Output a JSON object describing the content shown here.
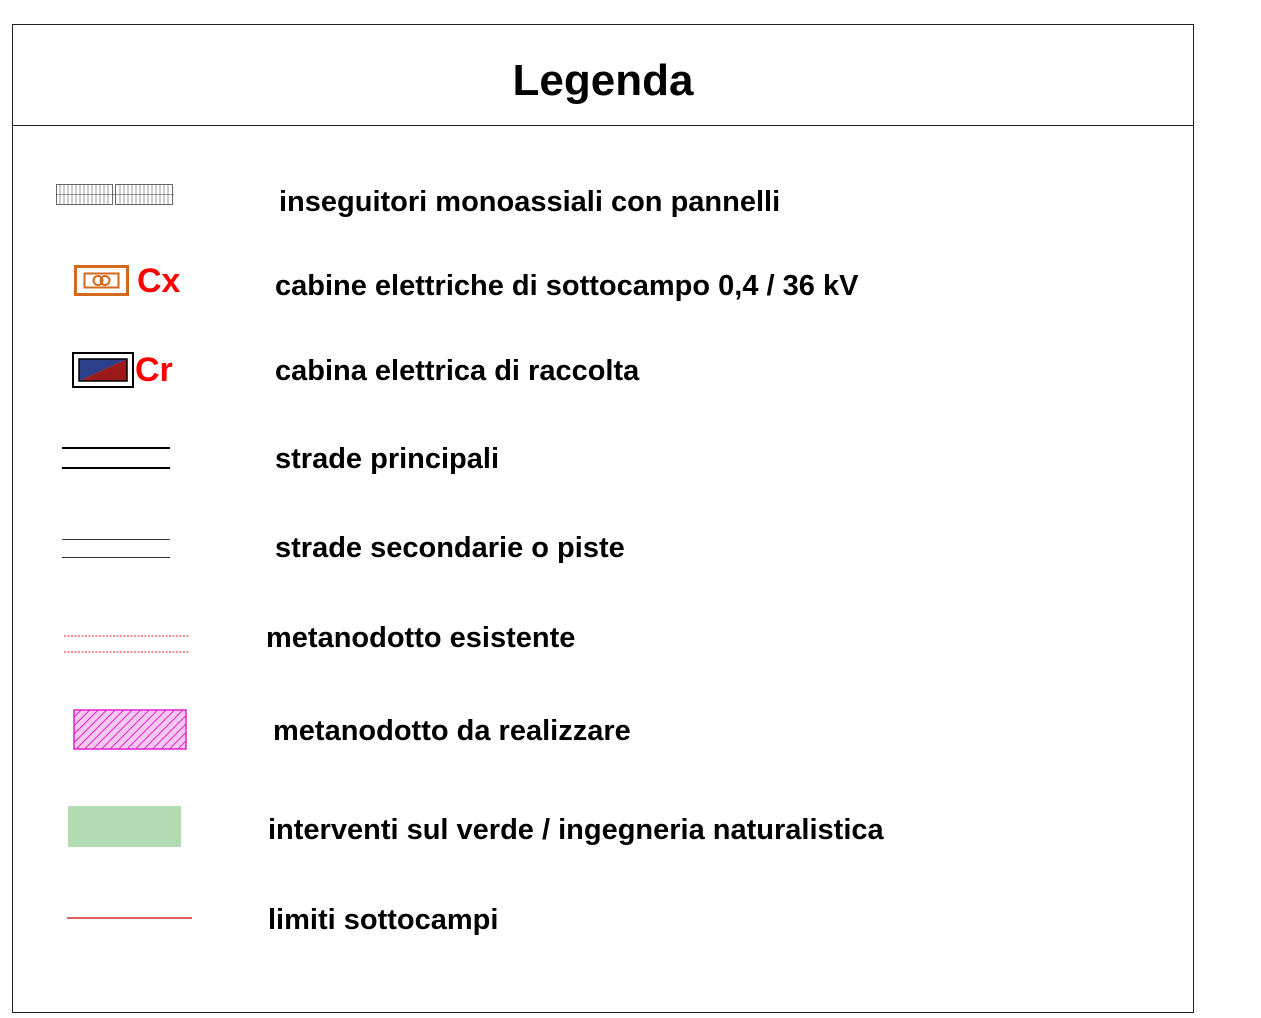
{
  "legend": {
    "title": "Legenda",
    "items": [
      {
        "symbol": "tracker-panels-icon",
        "label": "inseguitori monoassiali con pannelli"
      },
      {
        "symbol": "substation-cabin-icon",
        "code": "Cx",
        "label": "cabine elettriche di sottocampo  0,4 / 36 kV"
      },
      {
        "symbol": "collection-cabin-icon",
        "code": "Cr",
        "label": "cabina elettrica di raccolta"
      },
      {
        "symbol": "main-road-icon",
        "label": "strade principali"
      },
      {
        "symbol": "secondary-road-icon",
        "label": "strade secondarie o piste"
      },
      {
        "symbol": "existing-pipeline-icon",
        "label": "metanodotto esistente"
      },
      {
        "symbol": "planned-pipeline-icon",
        "label": "metanodotto da realizzare"
      },
      {
        "symbol": "green-area-icon",
        "label": "interventi sul verde  / ingegneria naturalistica"
      },
      {
        "symbol": "subfield-boundary-icon",
        "label": "limiti sottocampi"
      }
    ]
  },
  "colors": {
    "code_text": "#ff0000",
    "cabin_orange": "#d2691e",
    "cabin_blue": "#2b3f8c",
    "cabin_red": "#9b1b1b",
    "pipeline_existing": "#e02020",
    "pipeline_planned": "#e020c8",
    "green_area": "#b2dbb2",
    "boundary": "#cc0000"
  }
}
